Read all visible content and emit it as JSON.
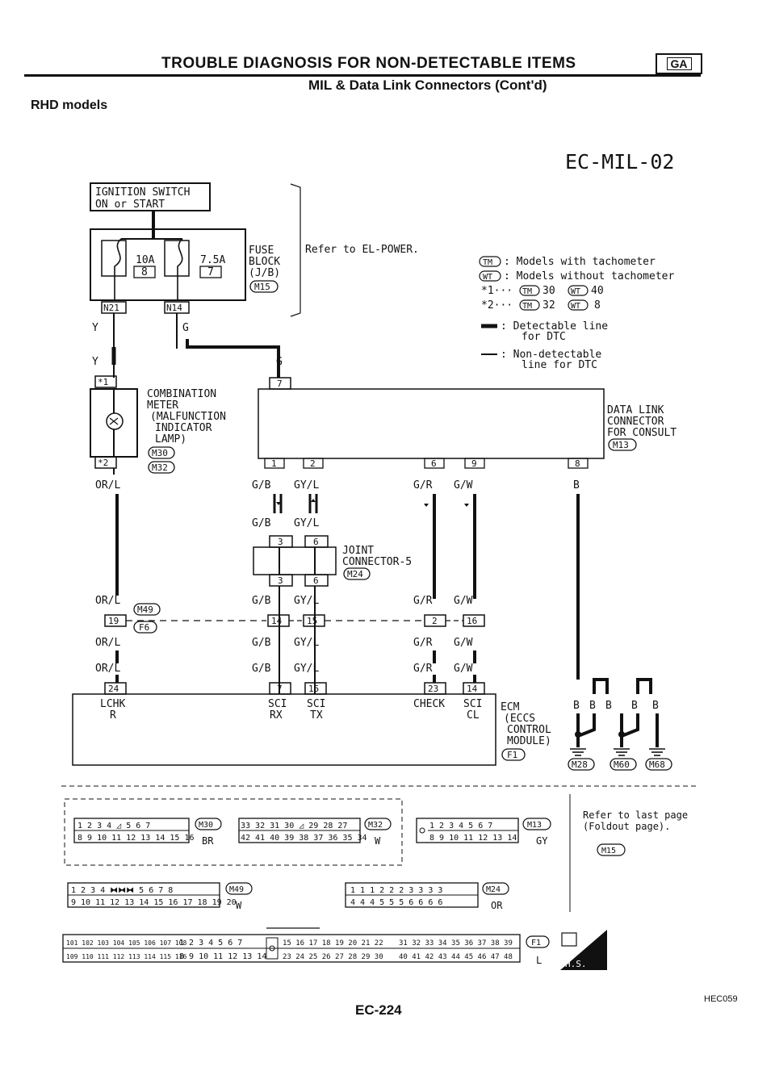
{
  "header": {
    "title": "TROUBLE DIAGNOSIS FOR NON-DETECTABLE ITEMS",
    "subtitle": "MIL & Data Link Connectors (Cont'd)",
    "section_badge": "GA",
    "variant": "RHD models"
  },
  "diagram_id": "EC-MIL-02",
  "power": {
    "ignition_label_1": "IGNITION SWITCH",
    "ignition_label_2": "ON or START",
    "fuse_a": "10A",
    "fuse_a_num": "8",
    "fuse_b": "7.5A",
    "fuse_b_num": "7",
    "fuse_block_1": "FUSE",
    "fuse_block_2": "BLOCK",
    "fuse_block_3": "(J/B)",
    "fuse_block_conn": "M15",
    "conn_n21": "N21",
    "conn_n14": "N14",
    "refer": "Refer to EL-POWER."
  },
  "legend": {
    "tm": "TM",
    "wt": "WT",
    "tm_text": ": Models with tachometer",
    "wt_text": ": Models without tachometer",
    "star1": "*1···",
    "star1_a": "30",
    "star1_b": "40",
    "star2": "*2···",
    "star2_a": "32",
    "star2_b": "8",
    "detect_1": ": Detectable line",
    "detect_2": "for DTC",
    "nondetect_1": ": Non-detectable",
    "nondetect_2": "line for DTC"
  },
  "wires": {
    "y1": "Y",
    "y2": "Y",
    "g1": "G",
    "g2": "G",
    "orl1": "OR/L",
    "orl2": "OR/L",
    "orl3": "OR/L",
    "orl4": "OR/L",
    "gb": "G/B",
    "gyl": "GY/L",
    "gr": "G/R",
    "gw": "G/W",
    "b": "B"
  },
  "meter": {
    "pin1": "*1",
    "pin2": "*2",
    "label_1": "COMBINATION",
    "label_2": "METER",
    "label_3": "(MALFUNCTION",
    "label_4": "INDICATOR",
    "label_5": "LAMP)",
    "conn_a": "M30",
    "conn_b": "M32"
  },
  "dlc": {
    "label_1": "DATA LINK",
    "label_2": "CONNECTOR",
    "label_3": "FOR CONSULT",
    "conn": "M13",
    "pin_top": "7",
    "pins": [
      "1",
      "2",
      "6",
      "9",
      "8"
    ]
  },
  "joint": {
    "label_1": "JOINT",
    "label_2": "CONNECTOR-5",
    "conn": "M24",
    "pin_a": "3",
    "pin_b": "6"
  },
  "harness": {
    "conn_a": "M49",
    "conn_b": "F6",
    "pins": [
      "19",
      "14",
      "15",
      "2",
      "16"
    ]
  },
  "ecm": {
    "pins": [
      "24",
      "7",
      "15",
      "23",
      "14"
    ],
    "sig_1": "LCHK",
    "sig_1b": "R",
    "sig_2": "SCI",
    "sig_2b": "RX",
    "sig_3": "SCI",
    "sig_3b": "TX",
    "sig_4": "CHECK",
    "sig_5": "SCI",
    "sig_5b": "CL",
    "label_1": "ECM",
    "label_2": "(ECCS",
    "label_3": "CONTROL",
    "label_4": "MODULE)",
    "conn": "F1"
  },
  "grounds": {
    "wire": "B",
    "conns": [
      "M28",
      "M60",
      "M68"
    ]
  },
  "connector_views": {
    "m30_color": "BR",
    "m32_color": "W",
    "m13_color": "GY",
    "m49_color": "W",
    "m24_color": "OR",
    "f1_color": "L",
    "refer_1": "Refer to last page",
    "refer_2": "(Foldout page).",
    "refer_conn": "M15",
    "hs": "H.S."
  },
  "footer": {
    "page": "EC-224",
    "code": "HEC059"
  }
}
